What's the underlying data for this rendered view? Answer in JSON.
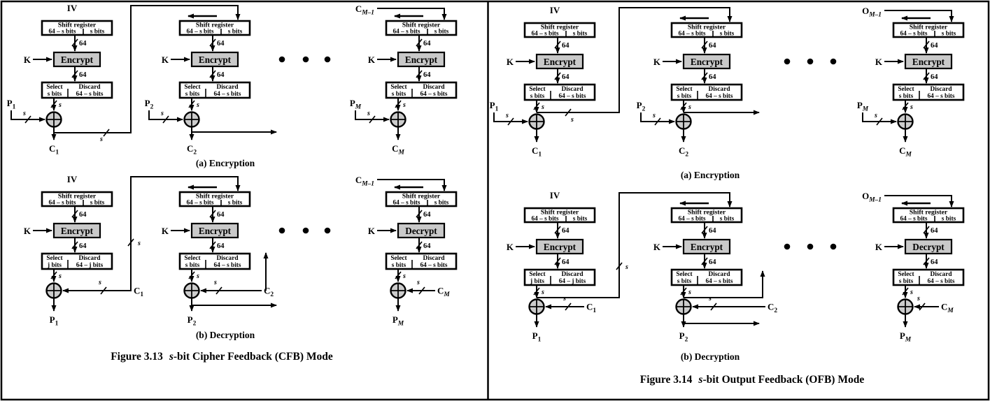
{
  "colors": {
    "background": "#ffffff",
    "line": "#000000",
    "box_fill": "#ffffff",
    "cipher_box_fill": "#c9c9c9",
    "xor_fill": "#cccccc"
  },
  "common": {
    "key": "K",
    "shift_register": "Shift register",
    "shift_left": "64 – s bits",
    "shift_right": "s bits",
    "bus_width": "64",
    "s": "s",
    "select": "Select",
    "discard": "Discard"
  },
  "figures": [
    {
      "caption": {
        "prefix": "Figure 3.13",
        "s_var": "s",
        "rest": "-bit Cipher Feedback (CFB) Mode"
      },
      "rows": [
        {
          "label": "(a) Encryption",
          "stages": [
            {
              "top": {
                "base": "IV"
              },
              "cipher": "Encrypt",
              "sel_bits": "s bits",
              "dis_bits": "64 – s bits",
              "in": {
                "base": "P",
                "sub": "1"
              },
              "out": {
                "base": "C",
                "sub": "1"
              }
            },
            {
              "cipher": "Encrypt",
              "sel_bits": "s bits",
              "dis_bits": "64 – s bits",
              "in": {
                "base": "P",
                "sub": "2"
              },
              "out": {
                "base": "C",
                "sub": "2"
              }
            },
            {
              "top": {
                "base": "C",
                "sub": "M–1"
              },
              "cipher": "Encrypt",
              "sel_bits": "s bits",
              "dis_bits": "64 – s bits",
              "in": {
                "base": "P",
                "sub": "M"
              },
              "out": {
                "base": "C",
                "sub": "M"
              }
            }
          ]
        },
        {
          "label": "(b) Decryption",
          "stages": [
            {
              "top": {
                "base": "IV"
              },
              "cipher": "Encrypt",
              "sel_bits": "j bits",
              "dis_bits": "64 – j bits",
              "in": {
                "base": "C",
                "sub": "1"
              },
              "out": {
                "base": "P",
                "sub": "1"
              }
            },
            {
              "cipher": "Encrypt",
              "sel_bits": "s bits",
              "dis_bits": "64 – s bits",
              "in": {
                "base": "C",
                "sub": "2"
              },
              "out": {
                "base": "P",
                "sub": "2"
              }
            },
            {
              "top": {
                "base": "C",
                "sub": "M–1"
              },
              "cipher": "Decrypt",
              "sel_bits": "s bits",
              "dis_bits": "64 – s bits",
              "in": {
                "base": "C",
                "sub": "M"
              },
              "out": {
                "base": "P",
                "sub": "M"
              }
            }
          ]
        }
      ]
    },
    {
      "caption": {
        "prefix": "Figure 3.14",
        "s_var": "s",
        "rest": "-bit Output Feedback (OFB) Mode"
      },
      "rows": [
        {
          "label": "(a) Encryption",
          "stages": [
            {
              "top": {
                "base": "IV"
              },
              "cipher": "Encrypt",
              "sel_bits": "s bits",
              "dis_bits": "64 – s bits",
              "in": {
                "base": "P",
                "sub": "1"
              },
              "out": {
                "base": "C",
                "sub": "1"
              }
            },
            {
              "cipher": "Encrypt",
              "sel_bits": "s bits",
              "dis_bits": "64 – s bits",
              "in": {
                "base": "P",
                "sub": "2"
              },
              "out": {
                "base": "C",
                "sub": "2"
              }
            },
            {
              "top": {
                "base": "O",
                "sub": "M–1"
              },
              "cipher": "Encrypt",
              "sel_bits": "s bits",
              "dis_bits": "64 – s bits",
              "in": {
                "base": "P",
                "sub": "M"
              },
              "out": {
                "base": "C",
                "sub": "M"
              }
            }
          ]
        },
        {
          "label": "(b) Decryption",
          "stages": [
            {
              "top": {
                "base": "IV"
              },
              "cipher": "Encrypt",
              "sel_bits": "j bits",
              "dis_bits": "64 – j bits",
              "in": {
                "base": "C",
                "sub": "1"
              },
              "out": {
                "base": "P",
                "sub": "1"
              }
            },
            {
              "cipher": "Encrypt",
              "sel_bits": "s bits",
              "dis_bits": "64 – s bits",
              "in": {
                "base": "C",
                "sub": "2"
              },
              "out": {
                "base": "P",
                "sub": "2"
              }
            },
            {
              "top": {
                "base": "O",
                "sub": "M–1"
              },
              "cipher": "Decrypt",
              "sel_bits": "s bits",
              "dis_bits": "64 – s bits",
              "in": {
                "base": "C",
                "sub": "M"
              },
              "out": {
                "base": "P",
                "sub": "M"
              }
            }
          ]
        }
      ]
    }
  ]
}
